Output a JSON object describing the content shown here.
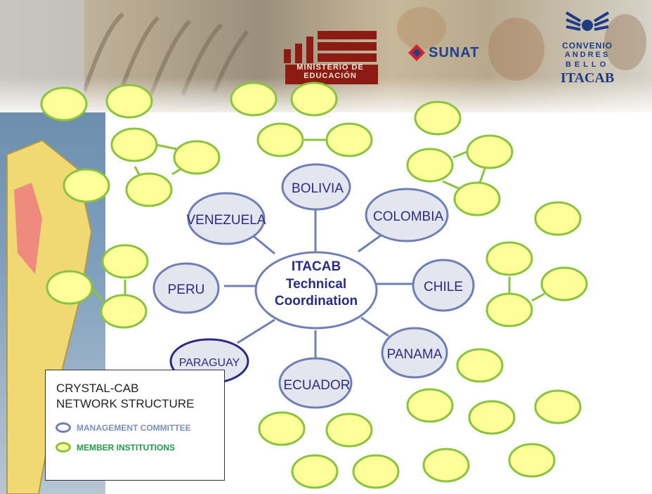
{
  "logos": {
    "ministerio_line1": "MINISTERIO DE",
    "ministerio_line2": "EDUCACIÓN",
    "sunat": "SUNAT",
    "cab_line1": "CONVENIO",
    "cab_line2": "ANDRES",
    "cab_line3": "BELLO",
    "cab_line4": "ITACAB"
  },
  "center": {
    "line1": "ITACAB",
    "line2": "Technical",
    "line3": "Coordination"
  },
  "countries": [
    "BOLIVIA",
    "COLOMBIA",
    "CHILE",
    "PANAMA",
    "ECUADOR",
    "PARAGUAY",
    "PERU",
    "VENEZUELA"
  ],
  "legend": {
    "title_line1": "CRYSTAL-CAB",
    "title_line2": "NETWORK STRUCTURE",
    "management_label": "MANAGEMENT COMMITTEE",
    "member_label": "MEMBER INSTITUTIONS"
  },
  "colors": {
    "management_fill": "#e4e6ef",
    "management_stroke": "#6f7fb5",
    "paraguay_stroke": "#2c2a85",
    "member_fill": "#ffff99",
    "member_stroke": "#8ac43f",
    "connector": "#6f7fb5",
    "country_text": "#2c2a85",
    "management_label": "#7b8fbf",
    "member_label": "#1f9a47"
  }
}
